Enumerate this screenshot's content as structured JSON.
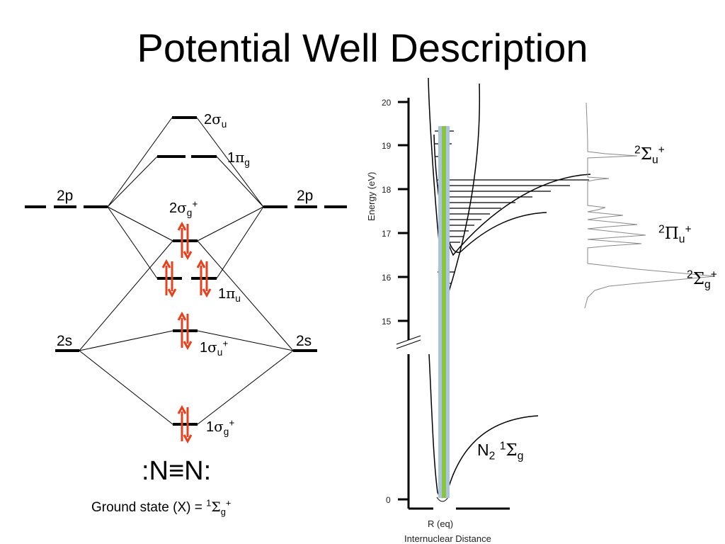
{
  "slide": {
    "title": "Potential Well Description"
  },
  "mo_diagram": {
    "atomic_orbitals": {
      "p": "2p",
      "s": "2s"
    },
    "orbitals": {
      "o2su": {
        "num": "2",
        "sym": "σ",
        "sub": "u",
        "sup": "",
        "electrons": 0
      },
      "o1pg": {
        "num": "1",
        "sym": "π",
        "sub": "g",
        "sup": "",
        "electrons": 0
      },
      "o2sg": {
        "num": "2",
        "sym": "σ",
        "sub": "g",
        "sup": "+",
        "electrons": 2
      },
      "o1pu": {
        "num": "1",
        "sym": "π",
        "sub": "u",
        "sup": "",
        "electrons": 4
      },
      "o1su": {
        "num": "1",
        "sym": "σ",
        "sub": "u",
        "sup": "+",
        "electrons": 2
      },
      "o1sg": {
        "num": "1",
        "sym": "σ",
        "sub": "g",
        "sup": "+",
        "electrons": 2
      }
    },
    "molecule_formula": ":N≡N:",
    "ground_state": {
      "prefix": "Ground state (X) = ",
      "mult": "1",
      "sym": "Σ",
      "sub": "g",
      "sup": "+"
    }
  },
  "energy_plot": {
    "y_axis_label": "Energy (eV)",
    "y_ticks_upper": [
      "20",
      "19",
      "18",
      "17",
      "16",
      "15"
    ],
    "y_tick_zero": "0",
    "x_tick_label": "R (eq)",
    "x_axis_label": "Internuclear Distance",
    "ground_curve_label": {
      "base": "N",
      "base_sub": "2",
      "mult": "1",
      "sym": "Σ",
      "sub": "g"
    },
    "ion_states": [
      {
        "mult": "2",
        "sym": "Σ",
        "sub": "u",
        "sup": "+"
      },
      {
        "mult": "2",
        "sym": "Π",
        "sub": "u",
        "sup": "+"
      },
      {
        "mult": "2",
        "sym": "Σ",
        "sub": "g",
        "sup": "+"
      }
    ]
  },
  "colors": {
    "electron_arrow": "#e8401c",
    "excitation_bar_green": "#8bc53f",
    "excitation_bar_blue": "#a9c4dc"
  }
}
